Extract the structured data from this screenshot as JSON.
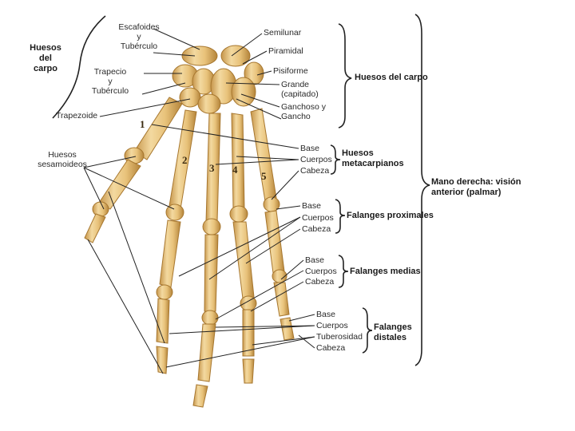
{
  "left_group": {
    "line1": "Huesos",
    "line2": "del",
    "line3": "carpo"
  },
  "carpal_labels": {
    "escafoides": "Escafoides",
    "y1": "y",
    "tuberculo1": "Tubérculo",
    "trapecio": "Trapecio",
    "y2": "y",
    "tuberculo2": "Tubérculo",
    "trapezoide": "Trapezoide",
    "semilunar": "Semilunar",
    "piramidal": "Piramidal",
    "pisiforme": "Pisiforme",
    "grande": "Grande",
    "capitado": "(capitado)",
    "ganchoso": "Ganchoso y",
    "gancho": "Gancho"
  },
  "sesamoid": {
    "line1": "Huesos",
    "line2": "sesamoideos"
  },
  "metacarpal_numbers": [
    "1",
    "2",
    "3",
    "4",
    "5"
  ],
  "metacarpal_parts": {
    "base": "Base",
    "cuerpos": "Cuerpos",
    "cabeza": "Cabeza"
  },
  "proximal_parts": {
    "base": "Base",
    "cuerpos": "Cuerpos",
    "cabeza": "Cabeza"
  },
  "middle_parts": {
    "base": "Base",
    "cuerpos": "Cuerpos",
    "cabeza": "Cabeza"
  },
  "distal_parts": {
    "base": "Base",
    "cuerpos": "Cuerpos",
    "tuberosidad": "Tuberosidad",
    "cabeza": "Cabeza"
  },
  "groups": {
    "carpo": "Huesos del carpo",
    "metacarpianos1": "Huesos",
    "metacarpianos2": "metacarpianos",
    "proximales": "Falanges proximales",
    "medias": "Falanges medias",
    "distales1": "Falanges",
    "distales2": "distales"
  },
  "view": {
    "line1": "Mano derecha: visión",
    "line2": "anterior (palmar)"
  },
  "colors": {
    "bone": "#e8c27a",
    "bone_shade": "#b88a3c",
    "bone_light": "#f6e2b0",
    "line": "#222222"
  }
}
